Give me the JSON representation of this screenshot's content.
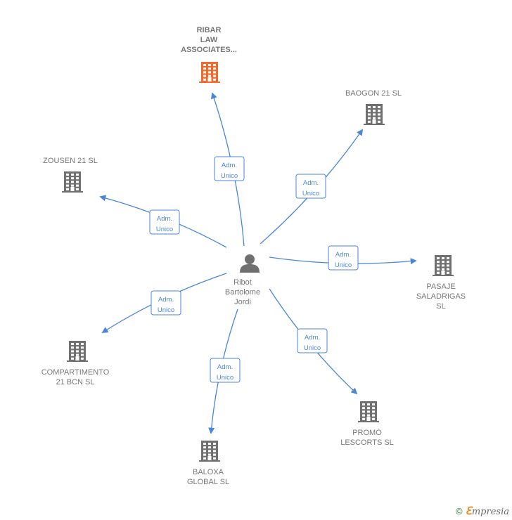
{
  "center": {
    "label": "Ribot\nBartolome\nJordi",
    "icon": "person-icon"
  },
  "colors": {
    "edge": "#4a86d8",
    "building": "#707070",
    "highlight": "#f26a2b",
    "label": "#777777"
  },
  "nodes": [
    {
      "id": "ribar",
      "label": "RIBAR\nLAW\nASSOCIATES...",
      "highlight": true,
      "relation": "Adm.\nUnico"
    },
    {
      "id": "baogon",
      "label": "BAOGON 21  SL",
      "highlight": false,
      "relation": "Adm.\nUnico"
    },
    {
      "id": "zousen",
      "label": "ZOUSEN 21  SL",
      "highlight": false,
      "relation": "Adm.\nUnico"
    },
    {
      "id": "pasaje",
      "label": "PASAJE\nSALADRIGAS\nSL",
      "highlight": false,
      "relation": "Adm.\nUnico"
    },
    {
      "id": "compartimento",
      "label": "COMPARTIMENTO\n21 BCN  SL",
      "highlight": false,
      "relation": "Adm.\nUnico"
    },
    {
      "id": "promo",
      "label": "PROMO\nLESCORTS  SL",
      "highlight": false,
      "relation": "Adm.\nUnico"
    },
    {
      "id": "baloxa",
      "label": "BALOXA\nGLOBAL  SL",
      "highlight": false,
      "relation": "Adm.\nUnico"
    }
  ],
  "footer": {
    "copyright": "©",
    "brand_first": "ℇ",
    "brand_rest": "mpresia"
  }
}
